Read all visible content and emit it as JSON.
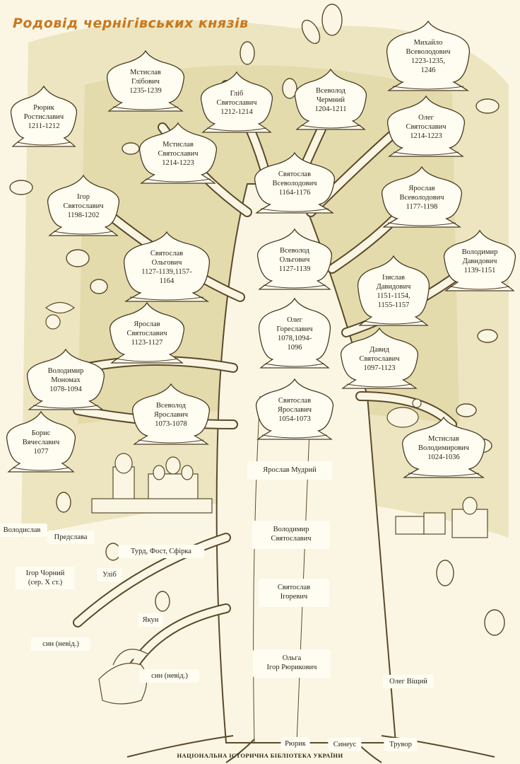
{
  "title": "Родовід чернігівських князів",
  "footer": "НАЦІОНАЛЬНА ІСТОРИЧНА БІБЛІОТЕКА УКРАЇНИ",
  "nodes": [
    {
      "id": "ruryk-rostyslavych",
      "lines": [
        "Рюрик",
        "Ростиславич",
        "1211-1212"
      ]
    },
    {
      "id": "mstyslav-glibovych",
      "lines": [
        "Мстислав",
        "Глібович",
        "1235-1239"
      ]
    },
    {
      "id": "glib-sviatoslavych",
      "lines": [
        "Гліб",
        "Святославич",
        "1212-1214"
      ]
    },
    {
      "id": "vsevolod-chermnyi",
      "lines": [
        "Всеволод",
        "Чермний",
        "1204-1211"
      ]
    },
    {
      "id": "mykhailo-vsevolodovych",
      "lines": [
        "Михайло",
        "Всеволодович",
        "1223-1235,",
        "1246"
      ]
    },
    {
      "id": "oleg-sviatoslavych-1214",
      "lines": [
        "Олег",
        "Святославич",
        "1214-1223"
      ]
    },
    {
      "id": "mstyslav-sviatoslavych",
      "lines": [
        "Мстислав",
        "Святославич",
        "1214-1223"
      ]
    },
    {
      "id": "sviatoslav-vsevolodovych",
      "lines": [
        "Святослав",
        "Всеволодович",
        "1164-1176"
      ]
    },
    {
      "id": "yaroslav-vsevolodovych",
      "lines": [
        "Ярослав",
        "Всеволодович",
        "1177-1198"
      ]
    },
    {
      "id": "igor-sviatoslavych",
      "lines": [
        "Ігор",
        "Святославич",
        "1198-1202"
      ]
    },
    {
      "id": "sviatoslav-olgovych",
      "lines": [
        "Святослав",
        "Ольгович",
        "1127-1139,1157-",
        "1164"
      ]
    },
    {
      "id": "vsevolod-olgovych",
      "lines": [
        "Всеволод",
        "Ольгович",
        "1127-1139"
      ]
    },
    {
      "id": "volodymyr-davydovych",
      "lines": [
        "Володимир",
        "Давидович",
        "1139-1151"
      ]
    },
    {
      "id": "iziaslav-davydovych",
      "lines": [
        "Ізяслав",
        "Давидович",
        "1151-1154,",
        "1155-1157"
      ]
    },
    {
      "id": "yaroslav-sviatoslavych",
      "lines": [
        "Ярослав",
        "Святославич",
        "1123-1127"
      ]
    },
    {
      "id": "oleg-gorеslavych",
      "lines": [
        "Олег",
        "Гореславич",
        "1078,1094-",
        "1096"
      ]
    },
    {
      "id": "volodymyr-monomakh",
      "lines": [
        "Володимир",
        "Мономах",
        "1078-1094"
      ]
    },
    {
      "id": "davyd-sviatoslavych",
      "lines": [
        "Давид",
        "Святославич",
        "1097-1123"
      ]
    },
    {
      "id": "vsevolod-yaroslavych",
      "lines": [
        "Всеволод",
        "Ярославич",
        "1073-1078"
      ]
    },
    {
      "id": "sviatoslav-yaroslavych",
      "lines": [
        "Святослав",
        "Ярославич",
        "1054-1073"
      ]
    },
    {
      "id": "borys-viacheslavych",
      "lines": [
        "Борис",
        "Вячеславич",
        "1077"
      ]
    },
    {
      "id": "mstyslav-volodymyrovych",
      "lines": [
        "Мстислав",
        "Володимирович",
        "1024-1036"
      ]
    }
  ],
  "trunk_labels": [
    {
      "id": "yaroslav-mudryi",
      "lines": [
        "Ярослав Мудрий"
      ]
    },
    {
      "id": "volodymyr-sviatoslavych",
      "lines": [
        "Володимир",
        "Святославич"
      ]
    },
    {
      "id": "sviatoslav-igorevych",
      "lines": [
        "Святослав",
        "Ігоревич"
      ]
    },
    {
      "id": "olga-igor",
      "lines": [
        "Ольга",
        "Ігор Рюрикович"
      ]
    }
  ],
  "labels": [
    {
      "id": "volodyslav",
      "lines": [
        "Володислав"
      ]
    },
    {
      "id": "predslava",
      "lines": [
        "Предслава"
      ]
    },
    {
      "id": "turd-fost-sfirka",
      "lines": [
        "Турд, Фост, Сфірка"
      ]
    },
    {
      "id": "ulib",
      "lines": [
        "Уліб"
      ]
    },
    {
      "id": "igor-chornyi",
      "lines": [
        "Ігор Чорний",
        "(сер. X ст.)"
      ]
    },
    {
      "id": "yakun",
      "lines": [
        "Якун"
      ]
    },
    {
      "id": "syn-nevid-1",
      "lines": [
        "син (невід.)"
      ]
    },
    {
      "id": "syn-nevid-2",
      "lines": [
        "син (невід.)"
      ]
    },
    {
      "id": "oleg-vishchyi",
      "lines": [
        "Олег Віщий"
      ]
    },
    {
      "id": "ruryk",
      "lines": [
        "Рюрик"
      ]
    },
    {
      "id": "syneus",
      "lines": [
        "Синеус"
      ]
    },
    {
      "id": "truvor",
      "lines": [
        "Трувор"
      ]
    }
  ]
}
